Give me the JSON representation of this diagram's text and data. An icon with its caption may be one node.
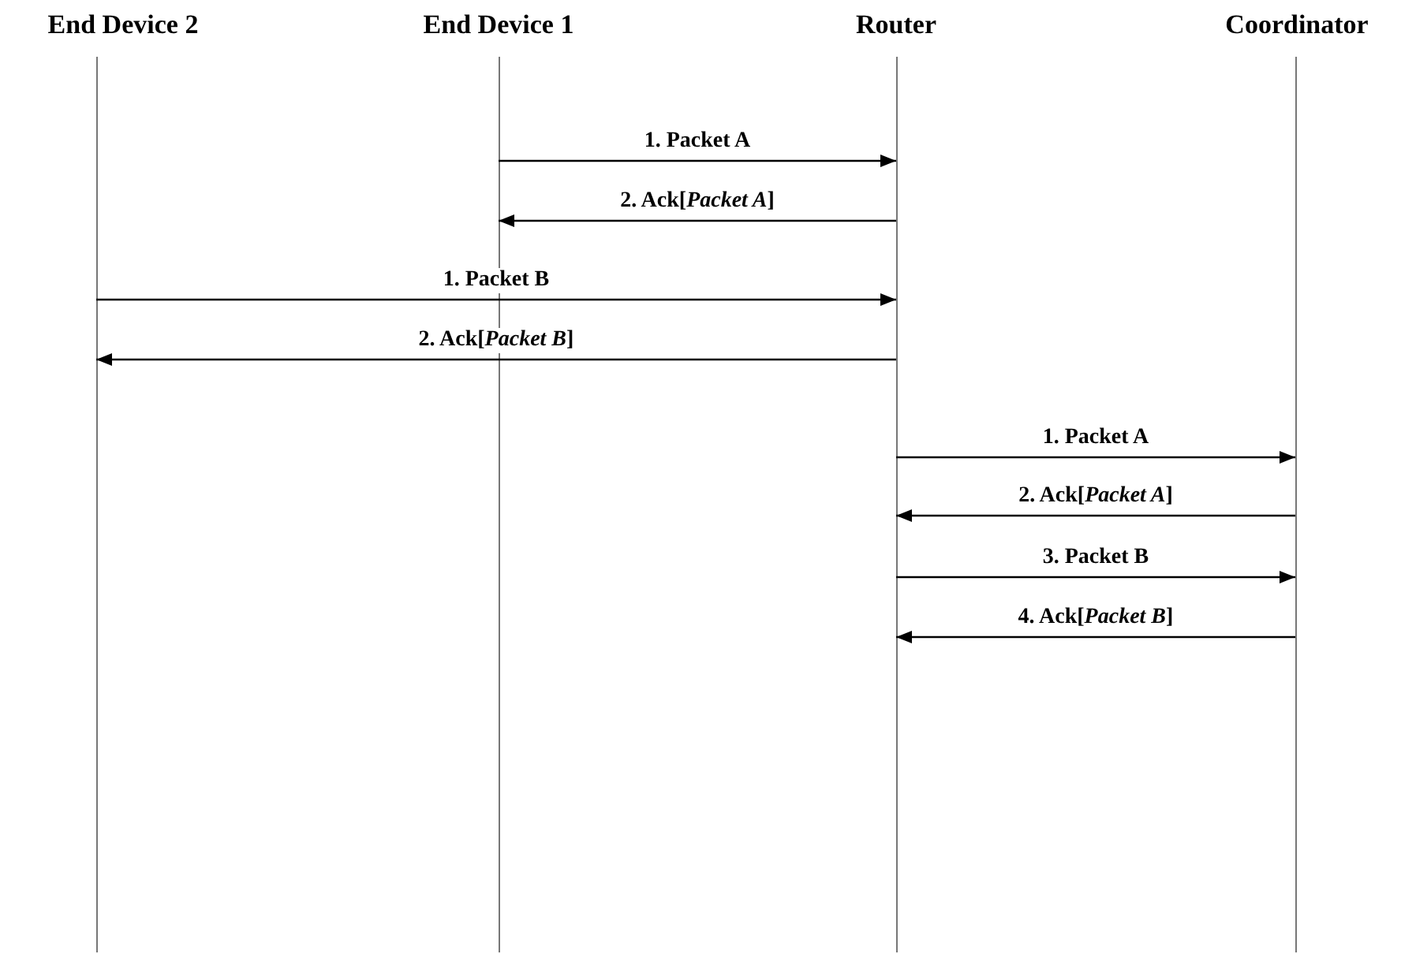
{
  "diagram": {
    "nodes": [
      {
        "text": [
          "End Device 2"
        ]
      },
      {
        "text": [
          "End Device 1"
        ]
      },
      {
        "text": [
          "Router"
        ]
      },
      {
        "text": [
          "Coordinator"
        ]
      }
    ],
    "edges": [
      {
        "from": 1,
        "to": 2,
        "arrow": "to",
        "label": "1. Packet A"
      },
      {
        "from": 2,
        "to": 1,
        "arrow": "to",
        "label": "2. Ack[*Packet A*]"
      },
      {
        "from": 0,
        "to": 2,
        "arrow": "to",
        "label": "1. Packet B"
      },
      {
        "from": 2,
        "to": 0,
        "arrow": "to",
        "label": "2. Ack[*Packet B*]"
      },
      {
        "from": 2,
        "to": 3,
        "arrow": "to",
        "label": "1. Packet A"
      },
      {
        "from": 3,
        "to": 2,
        "arrow": "to",
        "label": "2. Ack[*Packet A*]"
      },
      {
        "from": 2,
        "to": 3,
        "arrow": "to",
        "label": "3. Packet B"
      },
      {
        "from": 3,
        "to": 2,
        "arrow": "to",
        "label": "4. Ack[*Packet B*]"
      }
    ]
  }
}
